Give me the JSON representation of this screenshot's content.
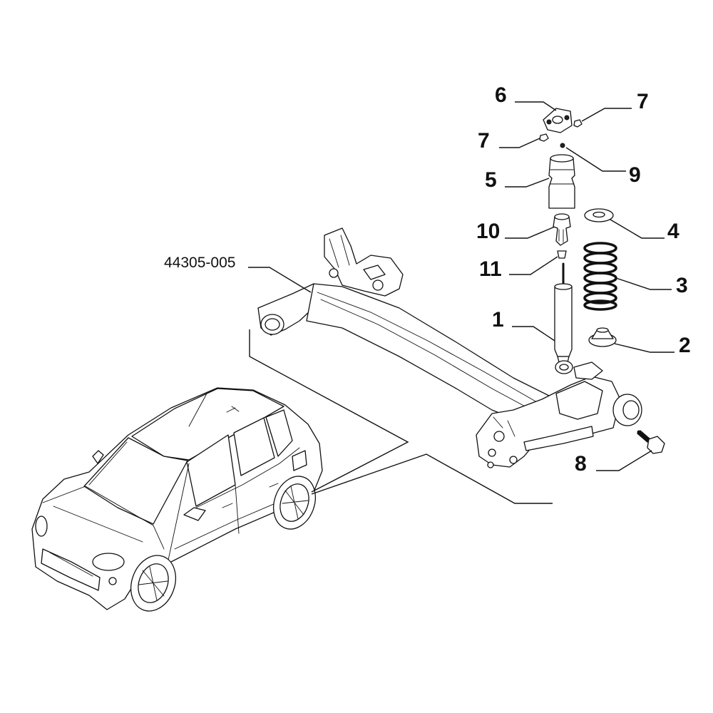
{
  "diagram": {
    "reference_code": "44305-005",
    "callouts": {
      "c1": "1",
      "c2": "2",
      "c3": "3",
      "c4": "4",
      "c5": "5",
      "c6": "6",
      "c7a": "7",
      "c7b": "7",
      "c8": "8",
      "c9": "9",
      "c10": "10",
      "c11": "11"
    },
    "icons": {
      "car": "car-icon",
      "axle": "rear-axle-beam-icon",
      "shock": "shock-absorber-icon",
      "spring": "coil-spring-icon",
      "bolt": "bolt-icon"
    }
  }
}
